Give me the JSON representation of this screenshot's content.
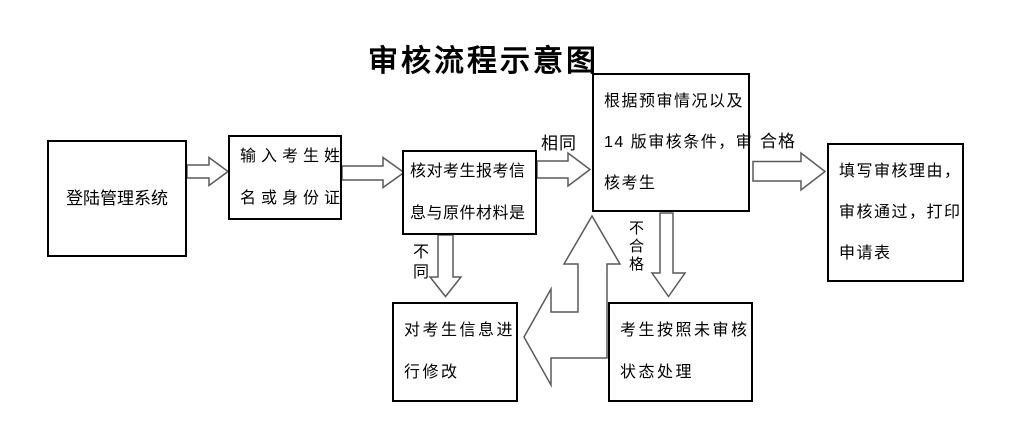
{
  "title": "审核流程示意图",
  "boxes": [
    {
      "id": "login",
      "lines": [
        "登陆管理系统"
      ]
    },
    {
      "id": "input",
      "lines": [
        "输入考生姓",
        "名或身份证"
      ]
    },
    {
      "id": "verify",
      "lines": [
        "核对考生报考信",
        "息与原件材料是"
      ]
    },
    {
      "id": "review",
      "lines": [
        "根据预审情况以及",
        "14 版审核条件，审",
        "核考生"
      ]
    },
    {
      "id": "pass",
      "lines": [
        "填写审核理由，",
        "审核通过，打印",
        "申请表"
      ]
    },
    {
      "id": "modify",
      "lines": [
        "对考生信息进",
        "行修改"
      ]
    },
    {
      "id": "unreviewed",
      "lines": [
        "考生按照未审核",
        "状态处理"
      ]
    }
  ],
  "labels": {
    "same": "相同",
    "different": "不同",
    "qualified": "合格",
    "unqualified": "不合格"
  },
  "colors": {
    "box_border": "#000000",
    "arrow_stroke": "#5a5a5a",
    "background": "#ffffff",
    "text": "#000000"
  }
}
